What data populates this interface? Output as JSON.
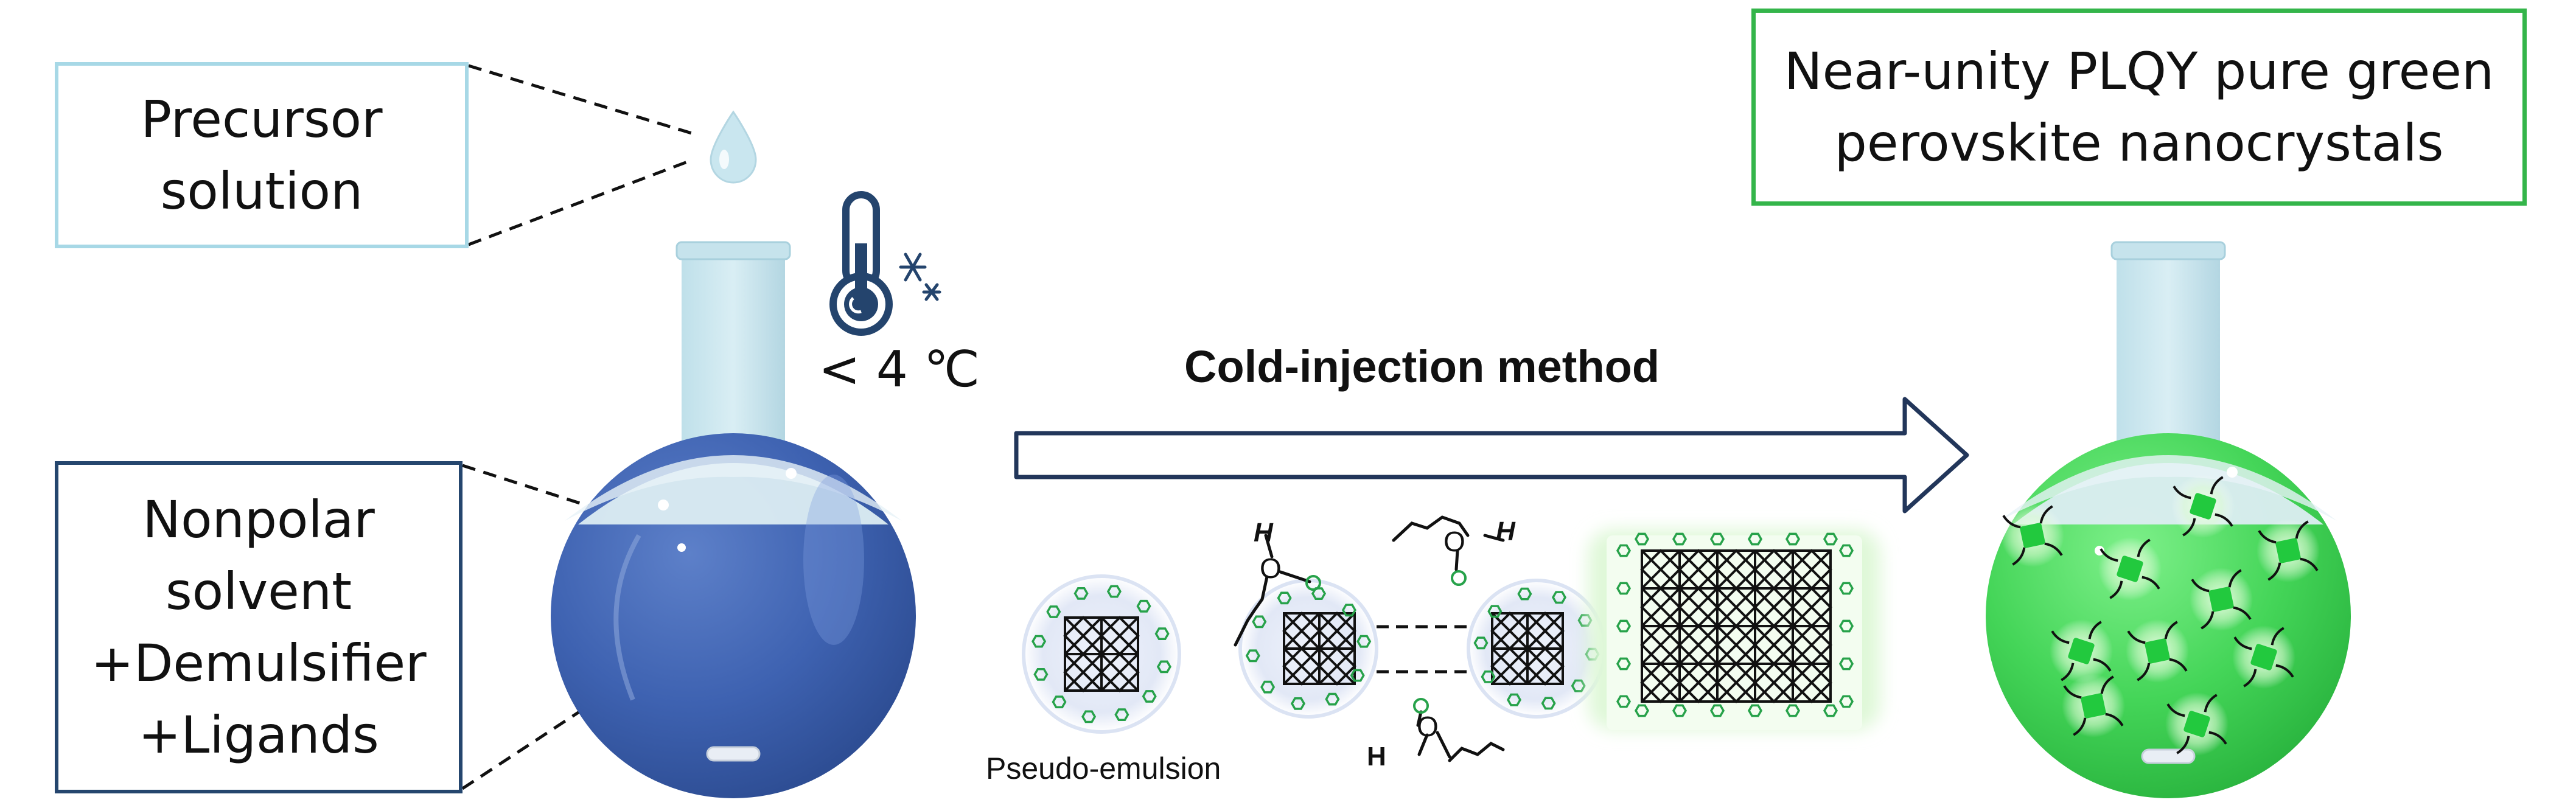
{
  "labels": {
    "precursor_line1": "Precursor",
    "precursor_line2": "solution",
    "solvent_line1": "Nonpolar",
    "solvent_line2": "solvent",
    "solvent_line3": "+Demulsifier",
    "solvent_line4": "+Ligands",
    "temperature": "< 4 ℃",
    "method": "Cold-injection method",
    "product_line1": "Near-unity PLQY pure green",
    "product_line2": "perovskite nanocrystals",
    "emulsion": "Pseudo-emulsion"
  },
  "molecule_atoms": {
    "oxygen": "O",
    "hydrogen": "H"
  },
  "icons": {
    "droplet": "droplet-icon",
    "thermometer": "thermometer-icon",
    "snowflake": "snowflake-icon"
  },
  "colors": {
    "precursor_border": "#a7d8e6",
    "solvent_border": "#25466e",
    "product_border": "#34b54a",
    "blue_solution": "#3f63b2",
    "green_solution": "#46d65a",
    "flask_neck": "#cfe8f0",
    "ligand_hexagon": "#27a24a",
    "nanocrystal": "#22c93e",
    "thermometer": "#24446d"
  }
}
